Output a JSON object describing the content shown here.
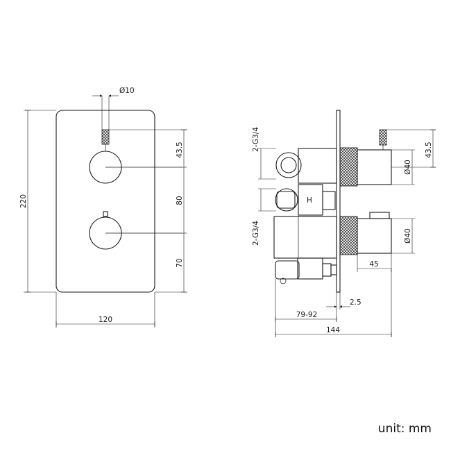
{
  "dimensions": {
    "front_top_dia": "Ø10",
    "front_offset_top": "43.5",
    "front_between": "80",
    "front_offset_bottom": "70",
    "front_height": "220",
    "front_width": "120",
    "side_inlet_upper": "2-G3/4",
    "side_inlet_lower": "2-G3/4",
    "side_top_offset": "43.5",
    "side_handle_dia_upper": "Ø40",
    "side_handle_dia_lower": "Ø40",
    "side_handle_length": "45",
    "side_plate_thickness": "2.5",
    "side_depth_range": "79-92",
    "side_total_depth": "144"
  },
  "labels": {
    "hot_marker": "H",
    "unit": "unit: mm"
  }
}
